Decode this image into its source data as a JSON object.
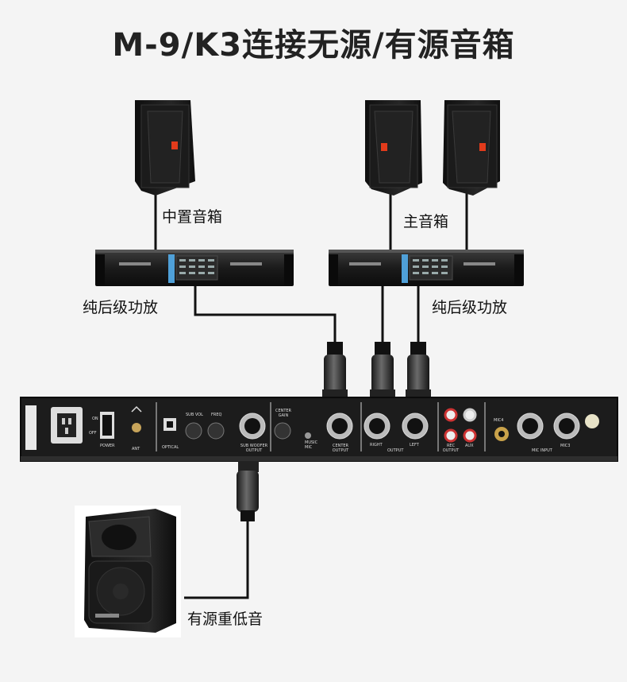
{
  "title": "M-9/K3连接无源/有源音箱",
  "labels": {
    "center_speaker": "中置音箱",
    "main_speaker": "主音箱",
    "amp_left": "纯后级功放",
    "amp_right": "纯后级功放",
    "active_sub": "有源重低音"
  },
  "panel": {
    "power": "POWER",
    "on": "ON",
    "off": "OFF",
    "ant": "ANT",
    "optical": "OPTICAL",
    "sub_vol": "SUB VOL",
    "freq": "FREQ",
    "sub_woofer_output": "SUB WOOFER OUTPUT",
    "center_gain": "CENTER GAIN",
    "music": "MUSIC",
    "mic": "MIC",
    "center_output": "CENTER OUTPUT",
    "right": "RIGHT",
    "left": "LEFT",
    "output": "OUTPUT",
    "rec_output": "REC OUTPUT",
    "aux": "AUX",
    "mic4": "MIC4",
    "mic3": "MIC3",
    "mic_input": "MIC INPUT"
  },
  "colors": {
    "cable": "#111111",
    "panel": "#1c1c1c",
    "speaker": "#161616"
  }
}
